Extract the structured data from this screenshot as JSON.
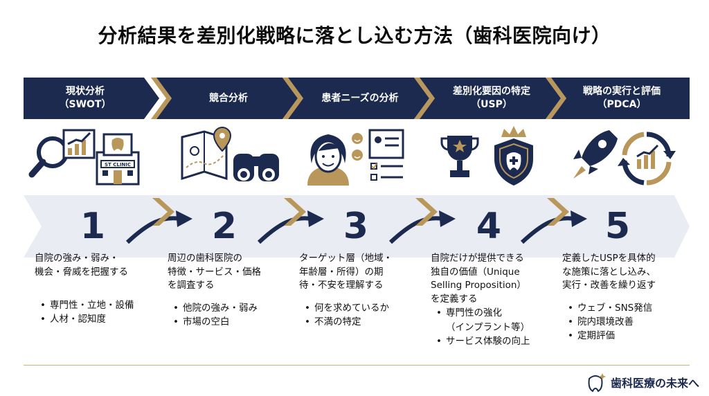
{
  "title": "分析結果を差別化戦略に落とし込む方法（歯科医院向け）",
  "colors": {
    "navy": "#1b2a4e",
    "gold": "#b9975b",
    "band": "#e9ecf2"
  },
  "steps": [
    {
      "header": "現状分析\n（SWOT）",
      "number": "1",
      "icons": [
        "magnifier-icon",
        "growth-chart-icon",
        "clinic-building-icon"
      ],
      "building_label": "ST CLINIC",
      "description": "自院の強み・弱み・\n機会・脅威を把握する",
      "bullets": [
        "専門性・立地・設備",
        "人材・認知度"
      ]
    },
    {
      "header": "競合分析",
      "number": "2",
      "icons": [
        "map-pin-icon",
        "binoculars-icon"
      ],
      "description": "周辺の歯科医院の\n特徴・サービス・価格\nを調査する",
      "bullets": [
        "他院の強み・弱み",
        "市場の空白"
      ]
    },
    {
      "header": "患者ニーズの分析",
      "number": "3",
      "icons": [
        "patient-face-icon",
        "smiley-icon",
        "checklist-icon"
      ],
      "description": "ターゲット層（地域・\n年齢層・所得）の期\n待・不安を理解する",
      "bullets": [
        "何を求めているか",
        "不満の特定"
      ]
    },
    {
      "header": "差別化要因の特定\n（USP）",
      "number": "4",
      "icons": [
        "trophy-icon",
        "crown-shield-tooth-icon"
      ],
      "description": "自院だけが提供できる\n独自の価値（Unique\nSelling Proposition）\nを定義する",
      "bullets": [
        "専門性の強化\n（インプラント等）",
        "サービス体験の向上"
      ]
    },
    {
      "header": "戦略の実行と評価\n（PDCA）",
      "number": "5",
      "icons": [
        "rocket-icon",
        "cycle-chart-icon"
      ],
      "description": "定義したUSPを具体的\nな施策に落とし込み、\n実行・改善を繰り返す",
      "bullets": [
        "ウェブ・SNS発信",
        "院内環境改善",
        "定期評価"
      ]
    }
  ],
  "brand": {
    "name": "歯科医療の未来へ",
    "icon": "tooth-sparkle-icon"
  }
}
